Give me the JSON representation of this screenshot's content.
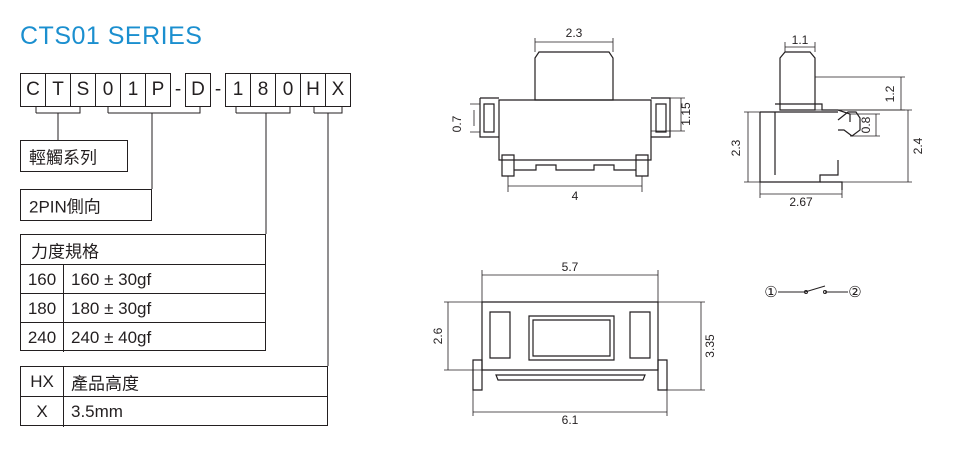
{
  "title": "CTS01  SERIES",
  "part_code": [
    "C",
    "T",
    "S",
    "0",
    "1",
    "P",
    "-",
    "D",
    "-",
    "1",
    "8",
    "0",
    "H",
    "X"
  ],
  "options": {
    "type_label": "輕觸系列",
    "pin_label": "2PIN側向",
    "force": {
      "header": "力度規格",
      "rows": [
        {
          "code": "160",
          "value": "160 ± 30gf"
        },
        {
          "code": "180",
          "value": "180 ± 30gf"
        },
        {
          "code": "240",
          "value": "240 ± 40gf"
        }
      ]
    },
    "height": {
      "rows": [
        {
          "code": "HX",
          "value": "產品高度"
        },
        {
          "code": "X",
          "value": "3.5mm"
        }
      ]
    }
  },
  "dimensions": {
    "front_top": "2.3",
    "front_left": "0.7",
    "front_right": "1.15",
    "front_bottom": "4",
    "side_top": "1.1",
    "side_left": "2.3",
    "side_r1": "1.2",
    "side_r2": "0.8",
    "side_r3": "2.4",
    "side_bottom": "2.67",
    "bottom_top": "5.7",
    "bottom_left": "2.6",
    "bottom_right": "3.35",
    "bottom_bottom": "6.1"
  },
  "schematic": {
    "pin1": "①",
    "pin2": "②"
  }
}
